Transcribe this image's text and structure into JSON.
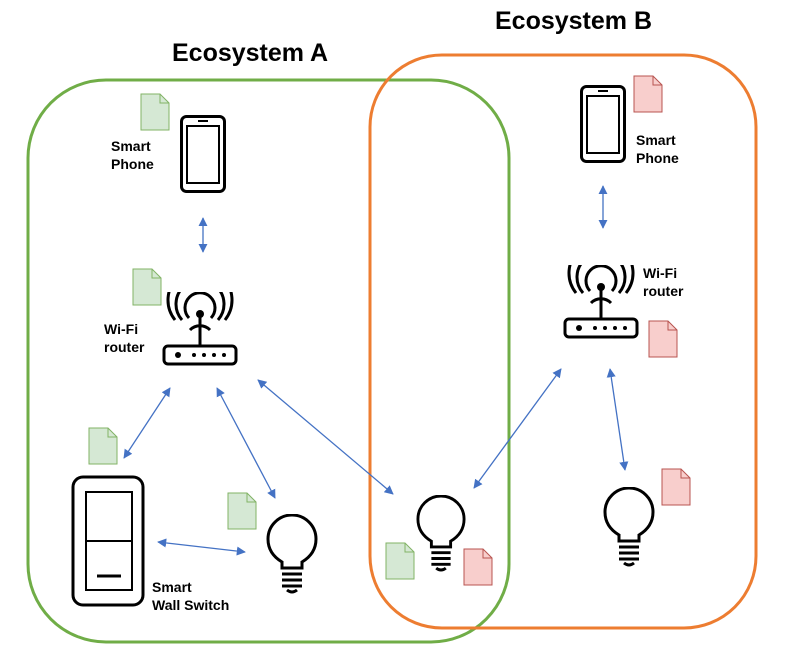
{
  "ecosystem_a": {
    "title": "Ecosystem A",
    "border_color": "#70ad47",
    "doc_color": "#d5e8d4",
    "smartphone": {
      "label_line1": "Smart",
      "label_line2": "Phone"
    },
    "router": {
      "label_line1": "Wi-Fi",
      "label_line2": "router"
    },
    "wall_switch": {
      "label_line1": "Smart",
      "label_line2": "Wall Switch"
    }
  },
  "ecosystem_b": {
    "title": "Ecosystem B",
    "border_color": "#ed7d31",
    "doc_color": "#f8cecc",
    "smartphone": {
      "label_line1": "Smart",
      "label_line2": "Phone"
    },
    "router": {
      "label_line1": "Wi-Fi",
      "label_line2": "router"
    }
  },
  "arrow_color": "#4472c4",
  "icons": [
    "smartphone-icon",
    "wifi-router-icon",
    "wall-switch-icon",
    "light-bulb-icon",
    "document-icon"
  ]
}
